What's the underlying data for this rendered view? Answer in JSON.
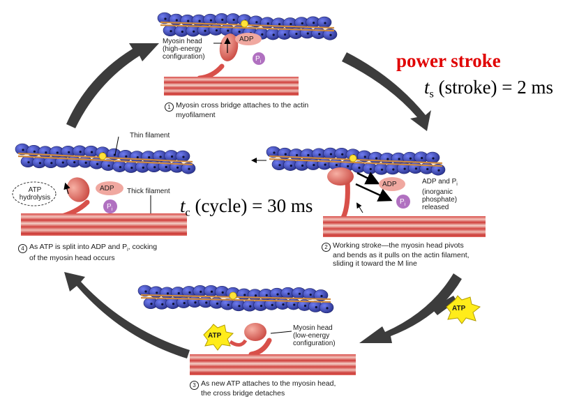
{
  "panel1": {
    "step": "1",
    "caption": [
      "Myosin cross bridge attaches to the actin",
      "myofilament"
    ],
    "myosin_head_label": [
      "Myosin head",
      "(high-energy",
      "configuration)"
    ]
  },
  "panel2": {
    "step": "2",
    "caption": [
      "Working stroke—the myosin head pivots",
      "and bends as it pulls on the actin filament,",
      "sliding it toward the M line"
    ],
    "release_label": [
      "ADP and P",
      "(inorganic",
      "phosphate)",
      "released"
    ],
    "release_subscript": "i"
  },
  "panel3": {
    "step": "3",
    "caption": [
      "As new ATP attaches to the myosin head,",
      "the cross bridge detaches"
    ],
    "myosin_head_label": [
      "Myosin head",
      "(low-energy",
      "configuration)"
    ]
  },
  "panel4": {
    "step": "4",
    "caption_line1_a": "As ATP is split into ADP and P",
    "caption_line1_sub": "i",
    "caption_line1_b": ", cocking",
    "caption_line2": "of the myosin head occurs",
    "atp_hydrolysis": [
      "ATP",
      "hydrolysis"
    ],
    "thin_filament": "Thin filament",
    "thick_filament": "Thick filament"
  },
  "molecules": {
    "adp": "ADP",
    "pi": "P",
    "pi_sub": "i",
    "atp": "ATP"
  },
  "annotations": {
    "power_stroke": "power stroke",
    "stroke_symbol": "t",
    "stroke_sub": "s",
    "stroke_text": " (stroke) = 2 ms",
    "cycle_symbol": "t",
    "cycle_sub": "c",
    "cycle_text": " (cycle) = 30 ms"
  },
  "colors": {
    "actin_bead": "#3a46b8",
    "tropomyosin": "#d08a3c",
    "myosin": "#d8504a",
    "thick_filament": "#c83c3a",
    "cycle_arrow": "#3c3c3c",
    "adp": "#f0a8a0",
    "pi": "#b070c0",
    "atp_burst": "#ffec1a",
    "power_stroke_text": "#e00000"
  }
}
